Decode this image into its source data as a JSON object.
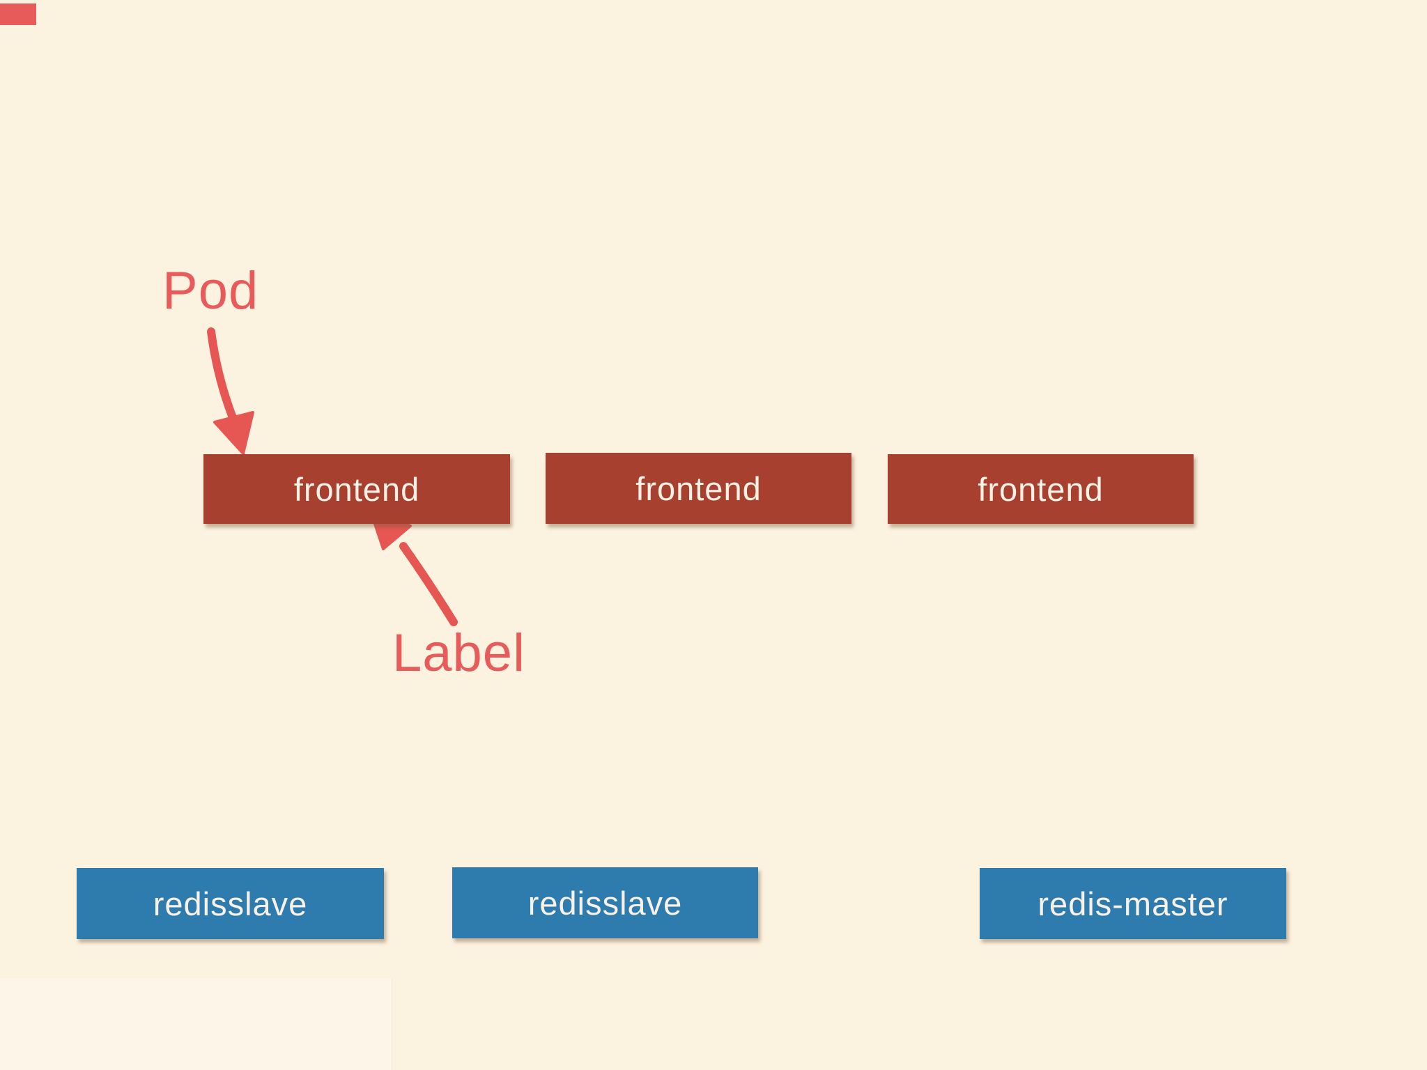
{
  "slide": {
    "annotations": {
      "pod": "Pod",
      "label": "Label"
    },
    "pods": [
      {
        "label": "frontend"
      },
      {
        "label": "frontend"
      },
      {
        "label": "frontend"
      }
    ],
    "services": [
      {
        "label": "redisslave"
      },
      {
        "label": "redisslave"
      },
      {
        "label": "redis-master"
      }
    ],
    "icons": [
      "pod-arrow-icon",
      "label-arrow-icon"
    ],
    "colors": {
      "background": "#FCF2E0",
      "pod_box": "#A7402F",
      "service_box": "#2E7CAE",
      "annotation": "#E75B5B",
      "box_text": "#F9F1E6"
    }
  }
}
